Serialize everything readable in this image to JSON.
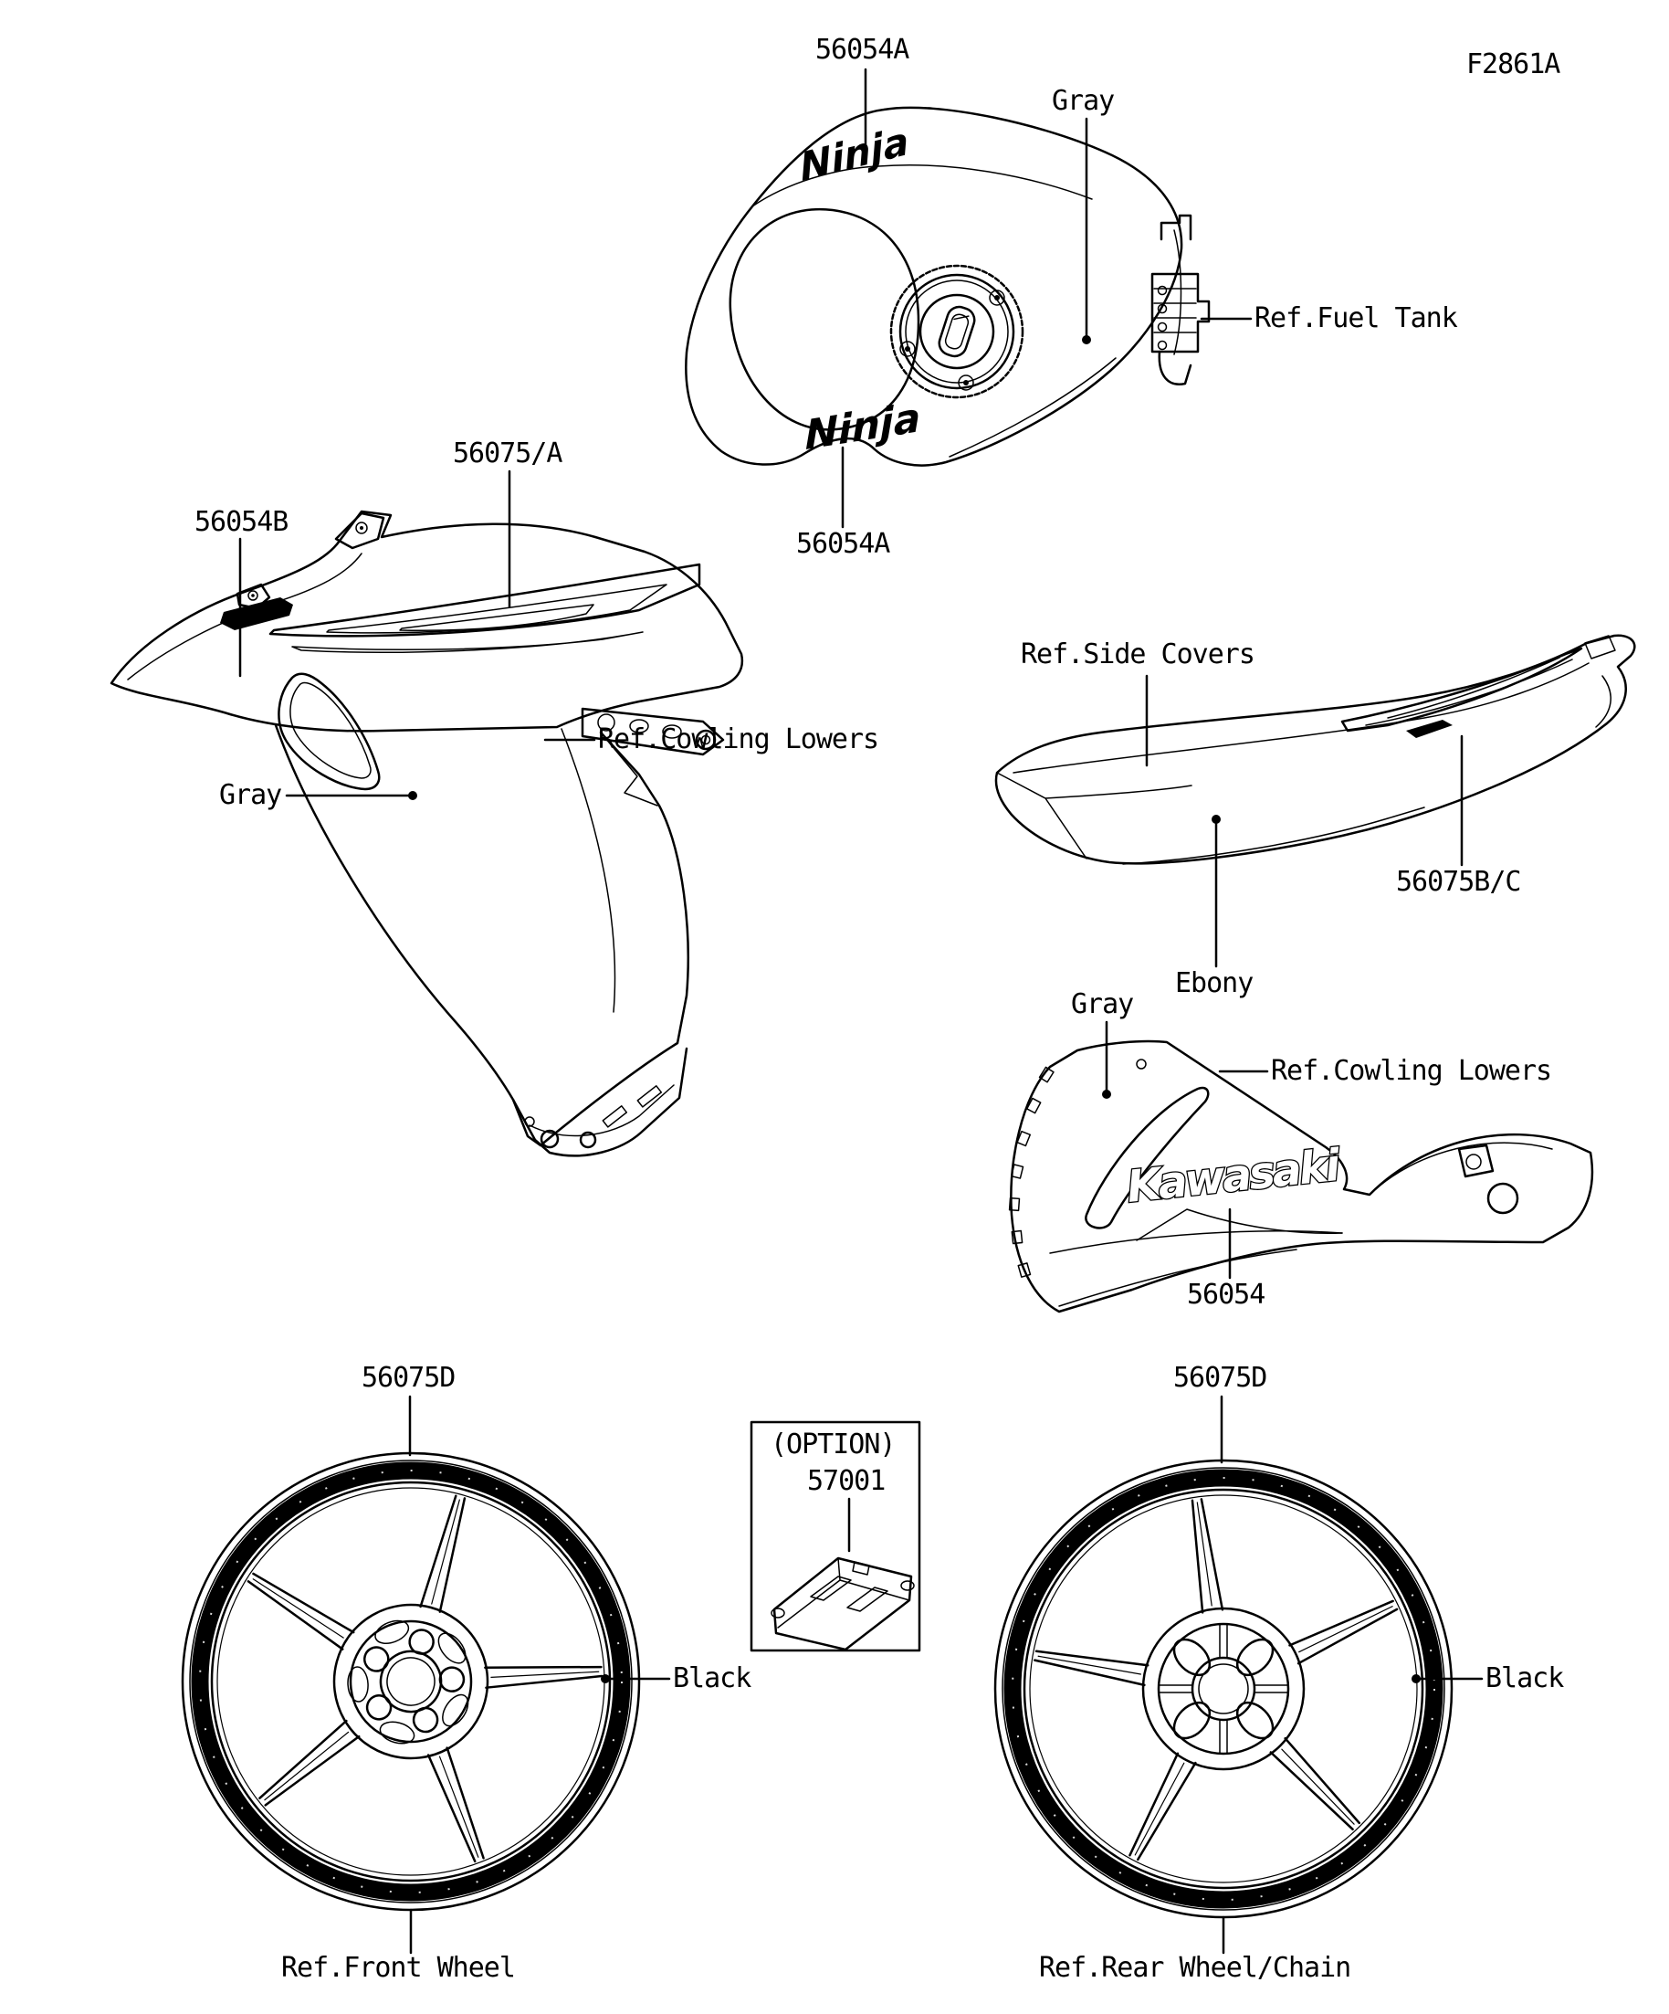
{
  "page": {
    "code": "F2861A",
    "background_color": "#ffffff",
    "line_color": "#000000"
  },
  "fuel_tank": {
    "decal_top_label": "56054A",
    "decal_bottom_label": "56054A",
    "decal_text": "Ninja",
    "color_label": "Gray",
    "ref_label": "Ref.Fuel Tank"
  },
  "upper_cowling": {
    "part_label": "56075/A",
    "emblem_label": "56054B",
    "ref_label": "Ref.Cowling Lowers",
    "color_label": "Gray"
  },
  "side_cover": {
    "ref_label": "Ref.Side Covers",
    "part_label": "56075B/C",
    "color_label": "Ebony"
  },
  "lower_cowling": {
    "color_label": "Gray",
    "ref_label": "Ref.Cowling Lowers",
    "logo_text": "Kawasaki",
    "part_label": "56054"
  },
  "front_wheel": {
    "part_label": "56075D",
    "color_label": "Black",
    "ref_label": "Ref.Front Wheel"
  },
  "rear_wheel": {
    "part_label": "56075D",
    "color_label": "Black",
    "ref_label": "Ref.Rear Wheel/Chain"
  },
  "option": {
    "title": "(OPTION)",
    "part_label": "57001"
  }
}
